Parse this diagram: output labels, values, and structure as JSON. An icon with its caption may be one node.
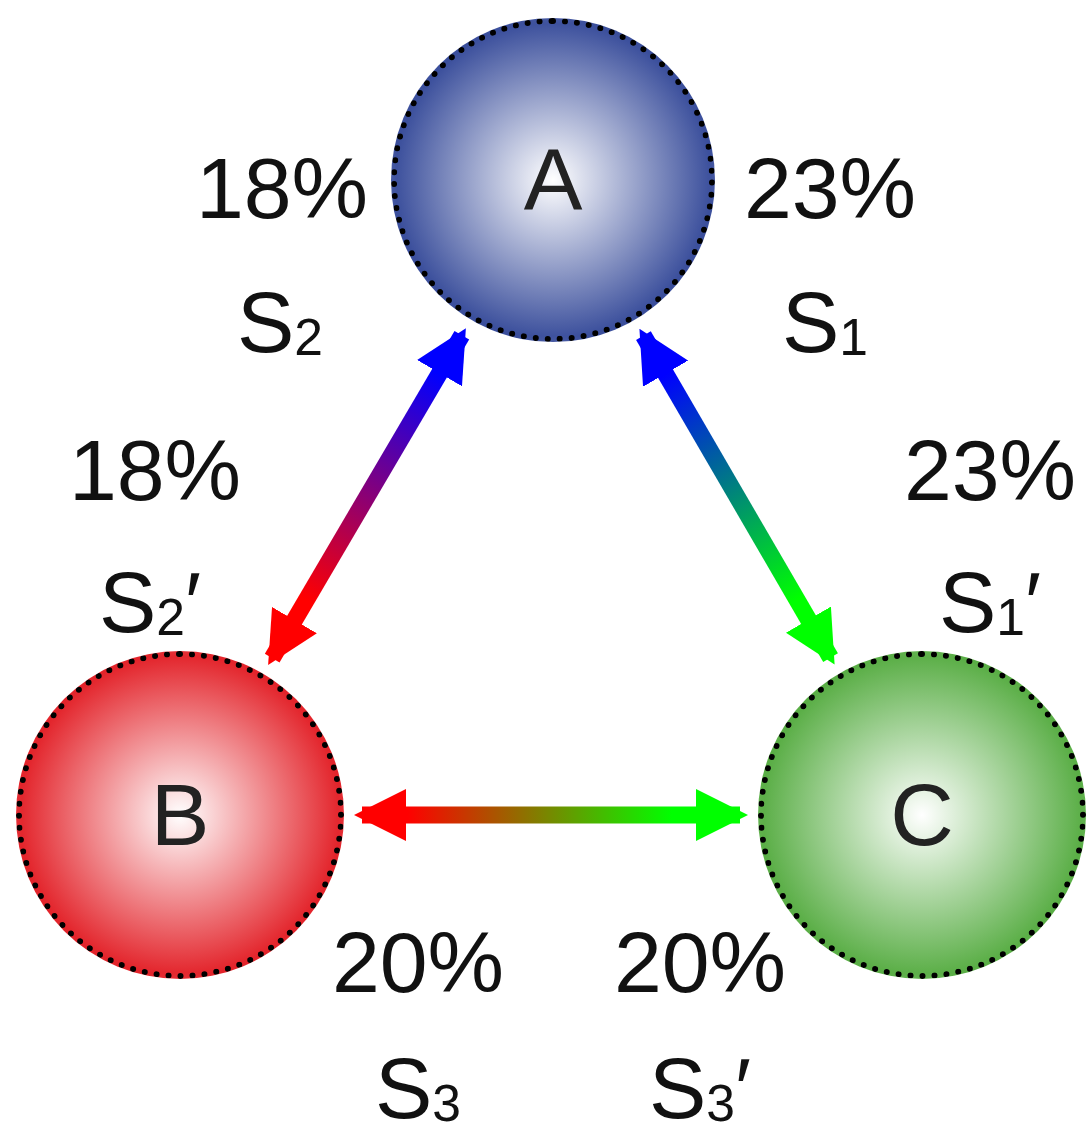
{
  "diagram": {
    "nodes": [
      {
        "text": [
          "A"
        ]
      },
      {
        "text": [
          "B"
        ]
      },
      {
        "text": [
          "C"
        ]
      }
    ],
    "edges": [
      {
        "from": 0,
        "to": 1,
        "arrow": "both"
      },
      {
        "from": 0,
        "to": 2,
        "arrow": "both"
      },
      {
        "from": 1,
        "to": 2,
        "arrow": "both"
      }
    ],
    "labels": [
      "18%",
      "23%",
      "S$_{2}$",
      "S$_{1}$",
      "18%",
      "23%",
      "S$_{2}$′",
      "S$_{1}$′",
      "20%",
      "20%",
      "S$_{3}$",
      "S$_{3}$′"
    ]
  }
}
